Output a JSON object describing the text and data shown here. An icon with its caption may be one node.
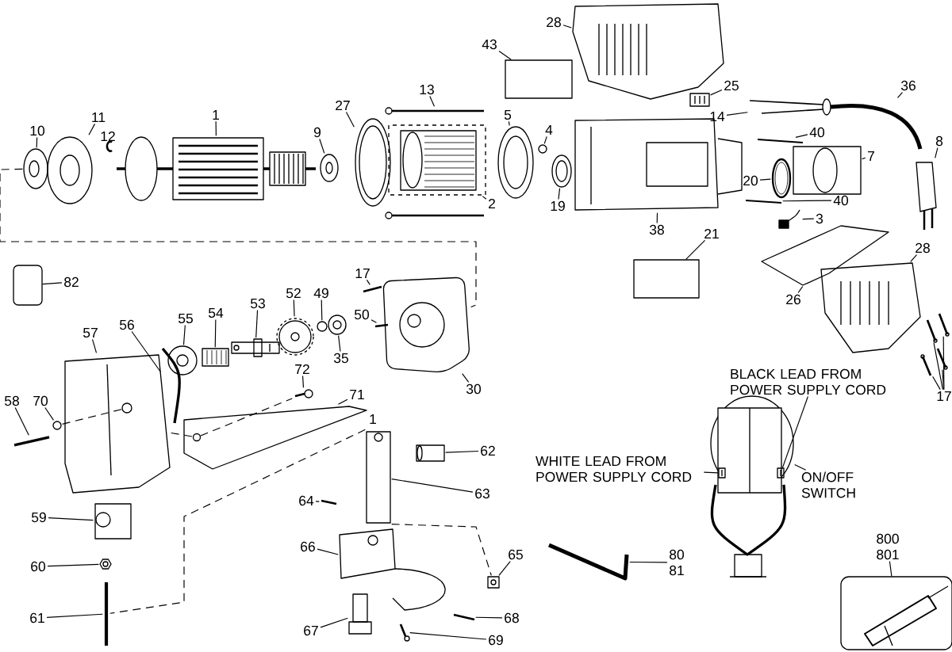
{
  "diagram": {
    "nodes": [
      {
        "text": [
          "10"
        ]
      },
      {
        "text": [
          "11"
        ]
      },
      {
        "text": [
          "1"
        ]
      },
      {
        "text": [
          "9"
        ]
      },
      {
        "text": [
          "27"
        ]
      },
      {
        "text": [
          "13"
        ]
      },
      {
        "text": [
          "5"
        ]
      },
      {
        "text": [
          "4"
        ]
      },
      {
        "text": [
          "43"
        ]
      },
      {
        "text": [],
        "shape": "box"
      },
      {
        "text": [
          "28"
        ]
      },
      {
        "text": [
          "25"
        ]
      },
      {
        "text": [
          "14"
        ]
      },
      {
        "text": [
          "36"
        ]
      },
      {
        "text": [
          "8"
        ]
      },
      {
        "text": [
          "40"
        ]
      },
      {
        "text": [
          "7"
        ]
      },
      {
        "text": [
          "20"
        ]
      },
      {
        "text": [
          "40"
        ]
      },
      {
        "text": [
          "2"
        ]
      },
      {
        "text": [
          "19"
        ]
      },
      {
        "text": [
          "3"
        ]
      },
      {
        "text": [
          "38"
        ]
      },
      {
        "text": [
          "21"
        ]
      },
      {
        "text": [],
        "shape": "box"
      },
      {
        "text": [
          "26"
        ]
      },
      {
        "text": [
          "28"
        ]
      },
      {
        "text": [
          "17"
        ]
      },
      {
        "text": [
          "82"
        ]
      },
      {
        "text": [],
        "shape": "box"
      },
      {
        "text": [
          "17"
        ]
      },
      {
        "text": [
          "52"
        ]
      },
      {
        "text": [
          "49"
        ]
      },
      {
        "text": [
          "55"
        ]
      },
      {
        "text": [
          "54"
        ]
      },
      {
        "text": [
          "53"
        ]
      },
      {
        "text": [
          "50"
        ]
      },
      {
        "text": [
          "35"
        ]
      },
      {
        "text": [
          "30"
        ]
      },
      {
        "text": [
          "57"
        ]
      },
      {
        "text": [
          "56"
        ]
      },
      {
        "text": [
          "72"
        ]
      },
      {
        "text": [
          "71"
        ]
      },
      {
        "text": [
          "58"
        ]
      },
      {
        "text": [
          "70"
        ]
      },
      {
        "text": [
          "62"
        ]
      },
      {
        "text": [
          "63"
        ]
      },
      {
        "text": [
          "64"
        ]
      },
      {
        "text": [
          "59"
        ]
      },
      {
        "text": [
          "66"
        ]
      },
      {
        "text": [
          "65"
        ]
      },
      {
        "text": [
          "60"
        ]
      },
      {
        "text": [
          "80",
          "81"
        ]
      },
      {
        "text": [
          "61"
        ]
      },
      {
        "text": [
          "67"
        ]
      },
      {
        "text": [
          "68"
        ]
      },
      {
        "text": [
          "69"
        ]
      },
      {
        "text": [
          "800",
          "801"
        ]
      },
      {
        "text": [],
        "shape": "box"
      },
      {
        "text": [
          "BLACK LEAD FROM POWER SUPPLY CORD"
        ]
      },
      {
        "text": [
          "WHITE LEAD FROM POWER SUPPLY CORD"
        ]
      },
      {
        "text": [
          "ON/OFF SWITCH"
        ]
      },
      {
        "text": [],
        "shape": "picture"
      },
      {
        "text": [],
        "shape": "picture"
      },
      {
        "text": [],
        "shape": "picture"
      },
      {
        "text": [],
        "shape": "picture"
      },
      {
        "text": [],
        "shape": "picture"
      },
      {
        "text": [],
        "shape": "picture"
      },
      {
        "text": [],
        "shape": "picture"
      },
      {
        "text": [],
        "shape": "picture"
      },
      {
        "text": [],
        "shape": "picture"
      },
      {
        "text": [],
        "shape": "picture"
      },
      {
        "text": [],
        "shape": "picture"
      },
      {
        "text": [],
        "shape": "picture"
      },
      {
        "text": [],
        "shape": "picture"
      },
      {
        "text": [],
        "shape": "picture"
      },
      {
        "text": [],
        "shape": "picture"
      },
      {
        "text": [],
        "shape": "picture"
      },
      {
        "text": [],
        "shape": "picture"
      },
      {
        "text": [],
        "shape": "picture"
      },
      {
        "text": [],
        "shape": "picture"
      },
      {
        "text": [],
        "shape": "picture"
      },
      {
        "text": [],
        "shape": "picture"
      },
      {
        "text": [],
        "shape": "picture"
      },
      {
        "text": [],
        "shape": "picture"
      },
      {
        "text": [],
        "shape": "picture"
      },
      {
        "text": [],
        "shape": "picture"
      },
      {
        "text": [],
        "shape": "picture"
      },
      {
        "text": [],
        "shape": "picture"
      },
      {
        "text": [],
        "shape": "picture"
      },
      {
        "text": [],
        "shape": "picture"
      },
      {
        "text": [],
        "shape": "picture"
      },
      {
        "text": [],
        "shape": "picture"
      },
      {
        "text": [],
        "shape": "picture"
      },
      {
        "text": [],
        "shape": "picture"
      },
      {
        "text": [],
        "shape": "picture"
      },
      {
        "text": [],
        "shape": "picture"
      },
      {
        "text": [],
        "shape": "picture"
      },
      {
        "text": [],
        "shape": "picture"
      },
      {
        "text": [],
        "shape": "picture"
      },
      {
        "text": [],
        "shape": "picture"
      },
      {
        "text": [],
        "shape": "picture"
      },
      {
        "text": [],
        "shape": "picture"
      },
      {
        "text": [],
        "shape": "picture"
      },
      {
        "text": [],
        "shape": "picture"
      },
      {
        "text": [],
        "shape": "picture"
      },
      {
        "text": [],
        "shape": "picture"
      },
      {
        "text": [],
        "shape": "picture"
      },
      {
        "text": [],
        "shape": "picture"
      },
      {
        "text": [],
        "shape": "picture"
      },
      {
        "text": [],
        "shape": "picture"
      },
      {
        "text": [],
        "shape": "picture"
      },
      {
        "text": [],
        "shape": "picture"
      },
      {
        "text": [],
        "shape": "picture"
      },
      {
        "text": [],
        "shape": "picture"
      },
      {
        "text": [],
        "shape": "picture"
      },
      {
        "text": [],
        "shape": "picture"
      },
      {
        "text": [],
        "shape": "picture",
        "in": 116
      },
      {
        "text": [],
        "shape": "picture",
        "in": 116
      },
      {
        "text": [],
        "shape": "circle",
        "in": 98
      },
      {
        "text": [],
        "shape": "circle",
        "in": 101
      }
    ],
    "edges": [
      {
        "from": 0,
        "to": 62,
        "arrow": "none"
      },
      {
        "from": 1,
        "to": 63,
        "arrow": "none"
      },
      {
        "from": 2,
        "to": 64,
        "arrow": "none"
      },
      {
        "from": 3,
        "to": 65,
        "arrow": "none"
      },
      {
        "from": 4,
        "to": 66,
        "arrow": "none"
      },
      {
        "from": 5,
        "to": 67,
        "arrow": "none"
      },
      {
        "from": 6,
        "to": 69,
        "arrow": "none"
      },
      {
        "from": 7,
        "to": 70,
        "arrow": "none"
      },
      {
        "from": 8,
        "to": 9,
        "arrow": "none"
      },
      {
        "from": 10,
        "to": 71,
        "arrow": "none"
      },
      {
        "from": 11,
        "to": 72,
        "arrow": "none"
      },
      {
        "from": 12,
        "to": 73,
        "arrow": "none"
      },
      {
        "from": 13,
        "to": 74,
        "arrow": "none"
      },
      {
        "from": 14,
        "to": 75,
        "arrow": "none"
      },
      {
        "from": 15,
        "to": 76,
        "arrow": "none"
      },
      {
        "from": 16,
        "to": 77,
        "arrow": "none"
      },
      {
        "from": 17,
        "to": 78,
        "arrow": "none"
      },
      {
        "from": 18,
        "to": 79,
        "arrow": "none"
      },
      {
        "from": 19,
        "to": 68,
        "arrow": "none"
      },
      {
        "from": 20,
        "to": 80,
        "arrow": "none"
      },
      {
        "from": 21,
        "to": 81,
        "arrow": "none"
      },
      {
        "from": 22,
        "to": 82,
        "arrow": "none"
      },
      {
        "from": 23,
        "to": 24,
        "arrow": "none"
      },
      {
        "from": 25,
        "to": 83,
        "arrow": "none"
      },
      {
        "from": 26,
        "to": 84,
        "arrow": "none"
      },
      {
        "from": 27,
        "to": 85,
        "arrow": "none"
      },
      {
        "from": 27,
        "to": 86,
        "arrow": "none"
      },
      {
        "from": 27,
        "to": 87,
        "arrow": "none"
      },
      {
        "from": 27,
        "to": 88,
        "arrow": "none"
      },
      {
        "from": 28,
        "to": 29,
        "arrow": "none"
      },
      {
        "from": 30,
        "to": 89,
        "arrow": "none"
      },
      {
        "from": 31,
        "to": 90,
        "arrow": "none"
      },
      {
        "from": 32,
        "to": 91,
        "arrow": "none"
      },
      {
        "from": 33,
        "to": 92,
        "arrow": "none"
      },
      {
        "from": 34,
        "to": 93,
        "arrow": "none"
      },
      {
        "from": 35,
        "to": 94,
        "arrow": "none"
      },
      {
        "from": 36,
        "to": 95,
        "arrow": "none"
      },
      {
        "from": 37,
        "to": 96,
        "arrow": "none"
      },
      {
        "from": 38,
        "to": 97,
        "arrow": "none"
      },
      {
        "from": 39,
        "to": 98,
        "arrow": "none"
      },
      {
        "from": 40,
        "to": 99,
        "arrow": "none"
      },
      {
        "from": 41,
        "to": 100,
        "arrow": "none"
      },
      {
        "from": 42,
        "to": 101,
        "arrow": "none"
      },
      {
        "from": 43,
        "to": 102,
        "arrow": "none"
      },
      {
        "from": 44,
        "to": 103,
        "arrow": "none"
      },
      {
        "from": 45,
        "to": 104,
        "arrow": "none"
      },
      {
        "from": 46,
        "to": 105,
        "arrow": "none"
      },
      {
        "from": 47,
        "to": 106,
        "arrow": "none"
      },
      {
        "from": 48,
        "to": 107,
        "arrow": "none"
      },
      {
        "from": 49,
        "to": 108,
        "arrow": "none"
      },
      {
        "from": 50,
        "to": 109,
        "arrow": "none"
      },
      {
        "from": 51,
        "to": 110,
        "arrow": "none"
      },
      {
        "from": 52,
        "to": 111,
        "arrow": "none"
      },
      {
        "from": 53,
        "to": 112,
        "arrow": "none"
      },
      {
        "from": 54,
        "to": 113,
        "arrow": "none"
      },
      {
        "from": 55,
        "to": 114,
        "arrow": "none"
      },
      {
        "from": 56,
        "to": 115,
        "arrow": "none"
      },
      {
        "from": 57,
        "to": 58,
        "arrow": "none"
      },
      {
        "from": 59,
        "to": 118,
        "arrow": "none"
      },
      {
        "from": 60,
        "to": 117,
        "arrow": "none"
      },
      {
        "from": 61,
        "to": 116,
        "arrow": "none"
      },
      {
        "from": 62,
        "to": 97,
        "arrow": "none",
        "style": "dashed"
      },
      {
        "from": 105,
        "to": 112,
        "arrow": "none",
        "style": "dashed"
      },
      {
        "from": 103,
        "to": 119,
        "arrow": "none",
        "style": "dashed"
      },
      {
        "from": 98,
        "to": 120,
        "arrow": "none",
        "style": "dashed"
      },
      {
        "from": 105,
        "to": 109,
        "arrow": "none",
        "style": "dashed"
      },
      {
        "from": 120,
        "to": 100,
        "arrow": "none",
        "style": "dashed"
      }
    ],
    "labels": [
      "12",
      "1"
    ]
  }
}
